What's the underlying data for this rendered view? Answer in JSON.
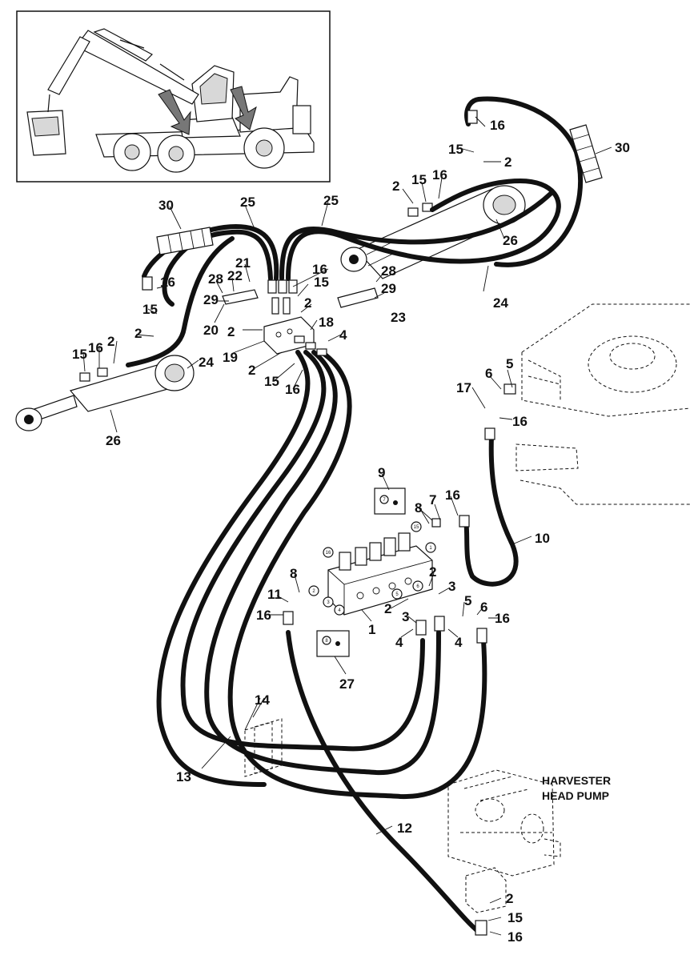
{
  "pump_caption": {
    "line1": "HARVESTER",
    "line2": "HEAD PUMP"
  },
  "callouts": [
    "16",
    "15",
    "2",
    "30",
    "2",
    "15",
    "16",
    "30",
    "25",
    "25",
    "26",
    "21",
    "16",
    "28",
    "22",
    "15",
    "28",
    "29",
    "29",
    "2",
    "16",
    "15",
    "20",
    "2",
    "23",
    "18",
    "24",
    "24",
    "2",
    "4",
    "15",
    "16",
    "2",
    "19",
    "2",
    "15",
    "16",
    "26",
    "5",
    "6",
    "17",
    "16",
    "9",
    "8",
    "7",
    "16",
    "10",
    "2",
    "8",
    "3",
    "11",
    "16",
    "2",
    "5",
    "6",
    "16",
    "3",
    "1",
    "4",
    "4",
    "27",
    "14",
    "13",
    "12",
    "2",
    "15",
    "16"
  ],
  "module_marks": [
    "16",
    "15",
    "1",
    "2",
    "3",
    "4",
    "5",
    "6",
    "7",
    "8"
  ]
}
